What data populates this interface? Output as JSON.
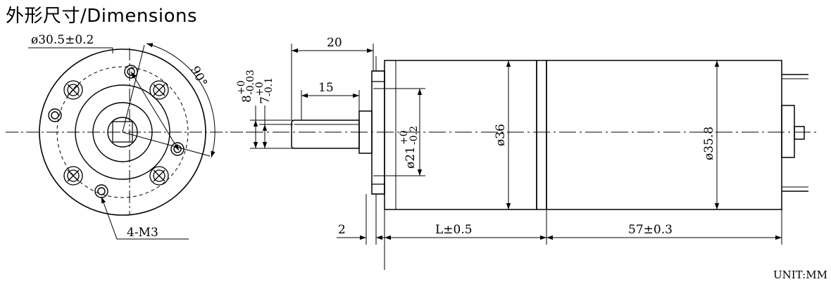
{
  "title": "外形尺寸/Dimensions",
  "unit": "UNIT:MM",
  "front_view": {
    "diameter_label": "ø30.5±0.2",
    "angle_label": "90°",
    "screw_label": "4-M3"
  },
  "side_view": {
    "shaft_length": "20",
    "flat_length": "15",
    "shaft_tol_8": "8",
    "shaft_tol_8_upper": "+0",
    "shaft_tol_8_lower": "-0.03",
    "shaft_tol_7": "7",
    "shaft_tol_7_upper": "+0",
    "shaft_tol_7_lower": "-0.1",
    "boss_diameter": "ø21",
    "boss_tol_upper": "+0",
    "boss_tol_lower": "-0.2",
    "gearbox_diameter": "ø36",
    "motor_diameter": "ø35.8",
    "flange_thickness": "2",
    "gearbox_length": "L±0.5",
    "motor_length": "57±0.3"
  }
}
